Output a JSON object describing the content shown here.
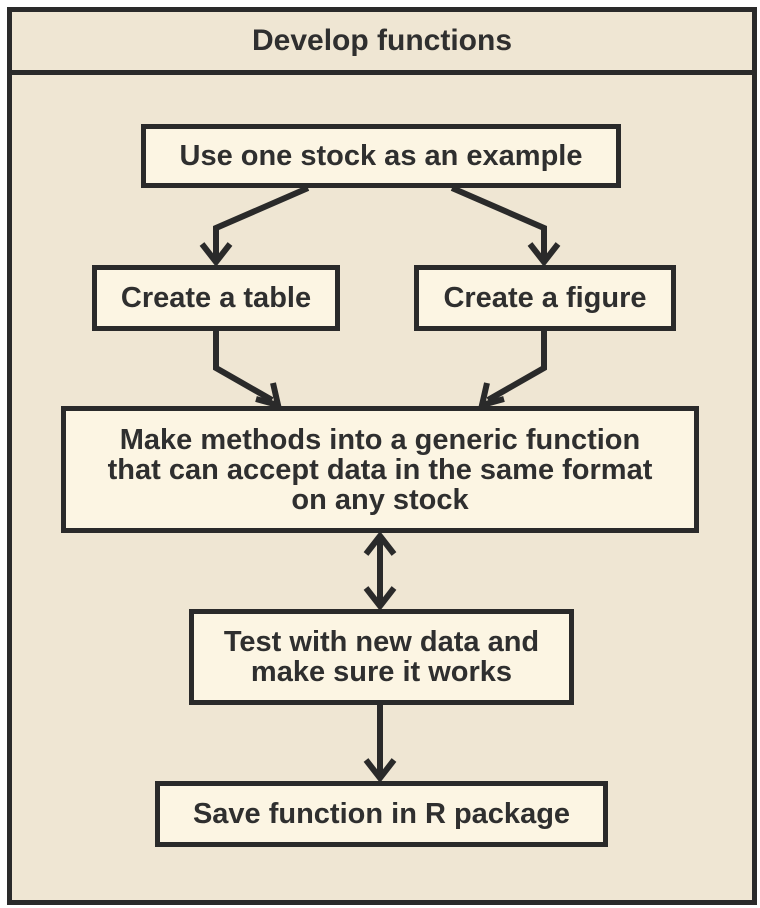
{
  "frame": {
    "title": "Develop functions"
  },
  "nodes": {
    "example": "Use one stock as an example",
    "table": "Create a table",
    "figure": "Create a figure",
    "generic": "Make methods into a generic function\nthat can accept data in the same format\non any stock",
    "test": "Test with new data and\nmake sure it works",
    "save": "Save function in R package"
  },
  "colors": {
    "frame_fill": "#efe6d3",
    "box_fill": "#fcf5e3",
    "stroke": "#2a2a2a",
    "text": "#2f2f2f"
  }
}
